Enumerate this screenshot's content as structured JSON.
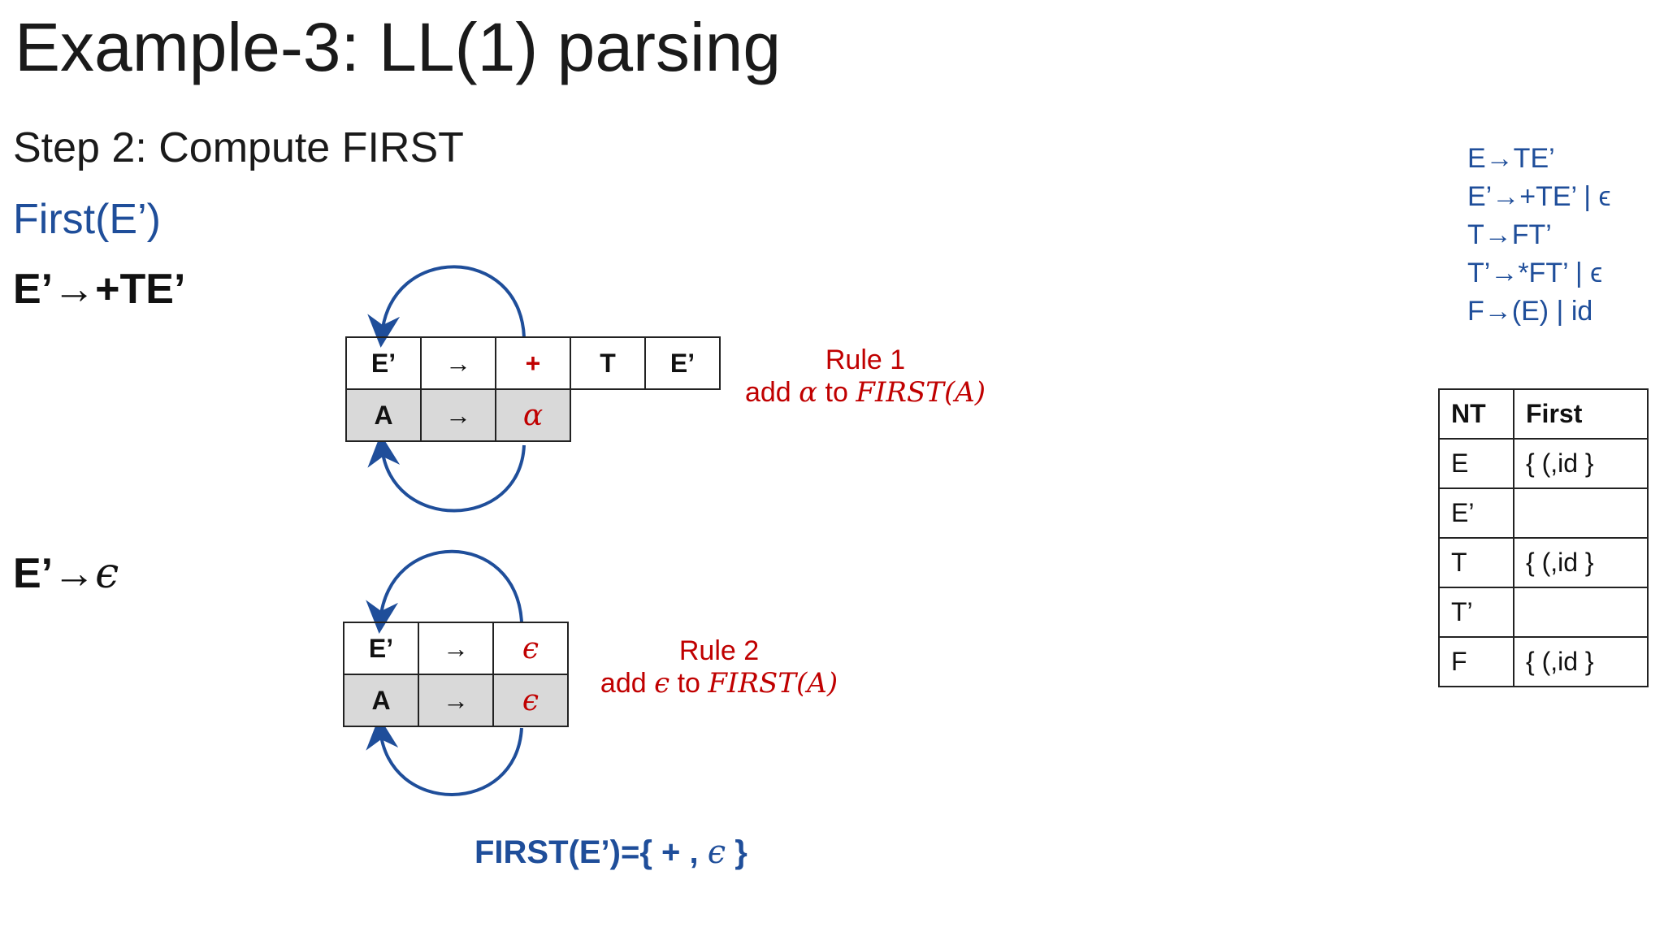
{
  "title": "Example-3: LL(1) parsing",
  "step": "Step 2: Compute FIRST",
  "first_heading": "First(E’)",
  "productions": [
    {
      "lhs": "E’",
      "arrow": "→",
      "rhs": "+TE’"
    },
    {
      "lhs": "E’",
      "arrow": "→",
      "rhs": "ϵ"
    }
  ],
  "diagram1": {
    "top_row": [
      "E’",
      "→",
      "+",
      "T",
      "E’"
    ],
    "bottom_row": [
      "A",
      "→",
      "α"
    ],
    "rule_title": "Rule 1",
    "rule_text_prefix": "add",
    "rule_symbol": "α",
    "rule_text_mid": "to",
    "rule_math": "FIRST(A)"
  },
  "diagram2": {
    "top_row": [
      "E’",
      "→",
      "ϵ"
    ],
    "bottom_row": [
      "A",
      "→",
      "ϵ"
    ],
    "rule_title": "Rule 2",
    "rule_text_prefix": "add",
    "rule_symbol": "ϵ",
    "rule_text_mid": "to",
    "rule_math": "FIRST(A)"
  },
  "grammar": [
    "E→TE’",
    "E’→+TE’ | ϵ",
    "T→FT’",
    "T’→*FT’ | ϵ",
    "F→(E) | id"
  ],
  "first_table": {
    "headers": [
      "NT",
      "First"
    ],
    "rows": [
      [
        "E",
        "{ (,id }"
      ],
      [
        "E’",
        ""
      ],
      [
        "T",
        "{ (,id }"
      ],
      [
        "T’",
        ""
      ],
      [
        "F",
        "{ (,id }"
      ]
    ]
  },
  "result": {
    "prefix": "FIRST(E’)={ + ,",
    "eps": "ϵ",
    "suffix": "}"
  },
  "colors": {
    "blue": "#1f4e9a",
    "red": "#c00000",
    "cell_gray": "#d9d9d9"
  }
}
